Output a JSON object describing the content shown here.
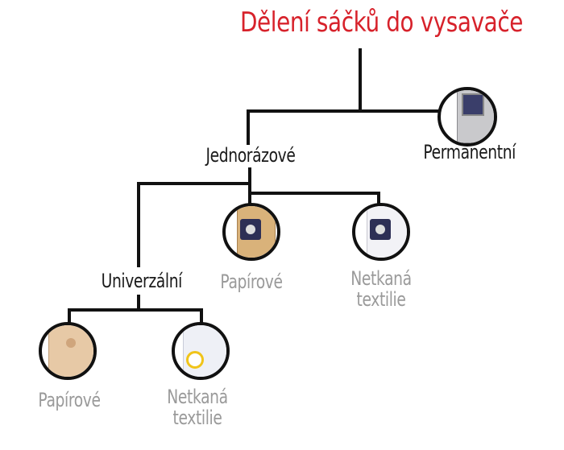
{
  "title": "Dělení sáčků do vysavače",
  "colors": {
    "title": "#d7222b",
    "node_primary": "#1a1a1a",
    "node_secondary": "#9a9a9a",
    "line": "#111111"
  },
  "nodes": {
    "disposable": "Jednorázové",
    "permanent": "Permanentní",
    "universal": "Univerzální",
    "paper_1": "Papírové",
    "nonwoven_1_line1": "Netkaná",
    "nonwoven_1_line2": "textilie",
    "paper_2": "Papírové",
    "nonwoven_2_line1": "Netkaná",
    "nonwoven_2_line2": "textilie"
  },
  "icons": {
    "permanent": "permanent-bag-icon",
    "paper_1": "paper-bag-icon",
    "nonwoven_1": "nonwoven-bag-icon",
    "paper_2": "universal-paper-bag-icon",
    "nonwoven_2": "universal-nonwoven-bag-icon"
  }
}
